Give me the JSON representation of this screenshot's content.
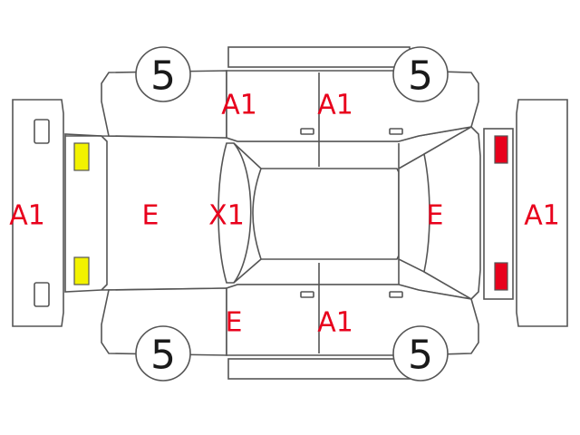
{
  "labels": {
    "rear_bumper": "A1",
    "rear_panel": "E",
    "roof_front": "X1",
    "bonnet": "E",
    "front_bumper": "A1",
    "top_rear_door": "A1",
    "top_front_door": "A1",
    "bottom_rear_door": "E",
    "bottom_front_door": "A1"
  },
  "wheels": {
    "top_left": "5",
    "top_right": "5",
    "bottom_left": "5",
    "bottom_right": "5"
  },
  "colors": {
    "damage_text": "#e8001c",
    "rear_lights": "#f2f200",
    "front_lights": "#e8001c",
    "outline": "#555555"
  }
}
